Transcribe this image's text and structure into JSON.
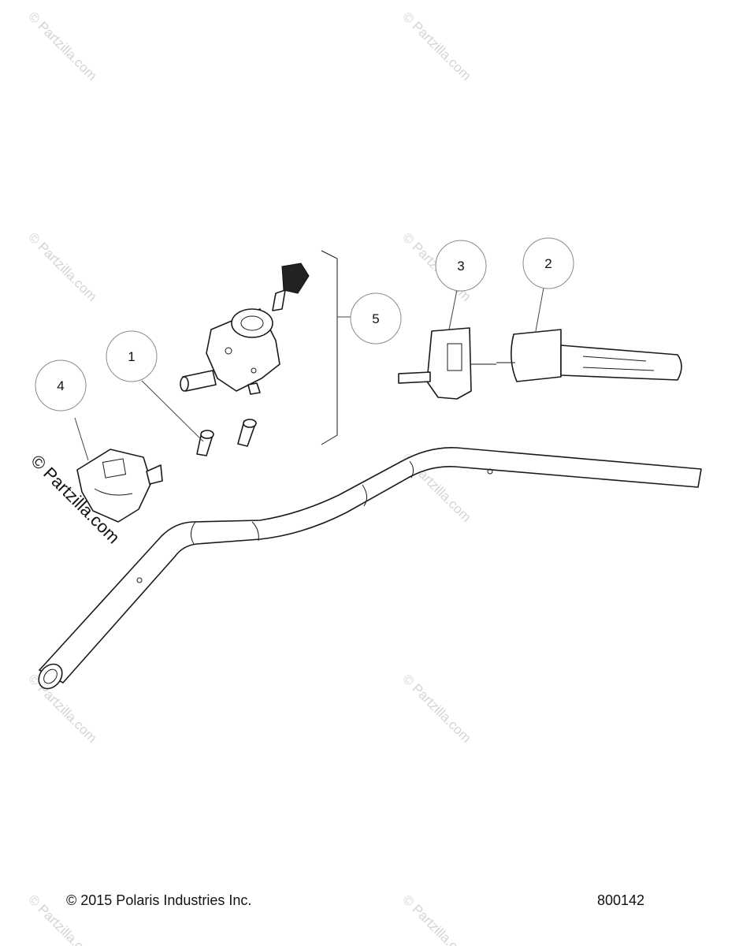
{
  "watermark": {
    "text": "© Partzilla.com"
  },
  "callouts": [
    {
      "id": "1",
      "label": "1"
    },
    {
      "id": "2",
      "label": "2"
    },
    {
      "id": "3",
      "label": "3"
    },
    {
      "id": "4",
      "label": "4"
    },
    {
      "id": "5",
      "label": "5"
    }
  ],
  "footer": {
    "copyright": "© 2015 Polaris Industries Inc.",
    "diagram_number": "800142"
  }
}
